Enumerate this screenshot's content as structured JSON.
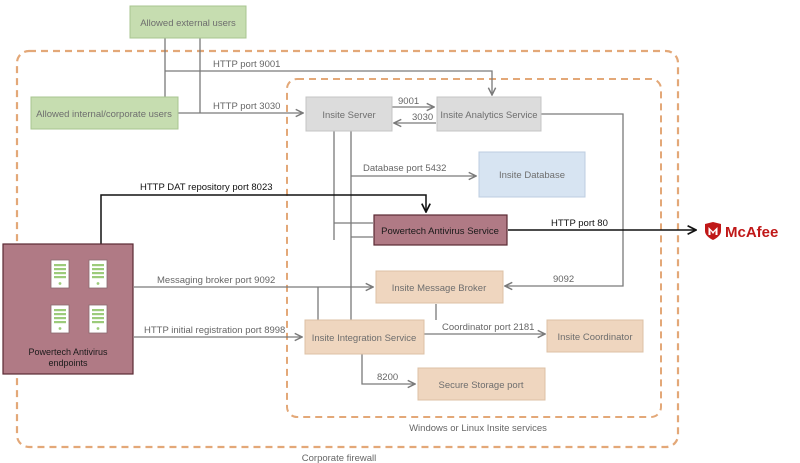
{
  "colors": {
    "green_fill": "#c6ddb0",
    "green_stroke": "#a8c590",
    "gray_fill": "#dcdcdc",
    "gray_stroke": "#c4c4c4",
    "blue_fill": "#d7e4f2",
    "blue_stroke": "#bccde0",
    "tan_fill": "#efd6bf",
    "tan_stroke": "#dcc0a5",
    "maroon_fill": "#b07a85",
    "maroon_stroke": "#5a2a33",
    "firewall_dash": "#e3a878",
    "line_gray": "#7a7a7a",
    "line_black": "#111111",
    "mcafee_red": "#c01818"
  },
  "nodes": {
    "external_users": "Allowed external users",
    "internal_users": "Allowed internal/corporate users",
    "insite_server": "Insite Server",
    "analytics_service": "Insite Analytics Service",
    "insite_database": "Insite Database",
    "antivirus_service": "Powertech Antivirus Service",
    "message_broker": "Insite Message Broker",
    "integration_service": "Insite Integration Service",
    "insite_coordinator": "Insite Coordinator",
    "secure_storage": "Secure Storage port",
    "endpoints_line1": "Powertech Antivirus",
    "endpoints_line2": "endpoints"
  },
  "labels": {
    "http_9001": "HTTP port 9001",
    "http_3030": "HTTP port 3030",
    "port_9001": "9001",
    "port_3030": "3030",
    "db_port": "Database port 5432",
    "dat_repo": "HTTP DAT repository port 8023",
    "http_80": "HTTP port 80",
    "broker_9092": "Messaging broker port 9092",
    "port_9092": "9092",
    "init_reg": "HTTP initial registration port 8998",
    "coord_2181": "Coordinator port 2181",
    "port_8200": "8200"
  },
  "zones": {
    "services": "Windows or Linux Insite services",
    "firewall": "Corporate firewall"
  },
  "vendor": {
    "name": "McAfee",
    "logo_icon": "mcafee-shield-icon"
  },
  "icons": {
    "endpoint_device": "server-device-icon"
  }
}
